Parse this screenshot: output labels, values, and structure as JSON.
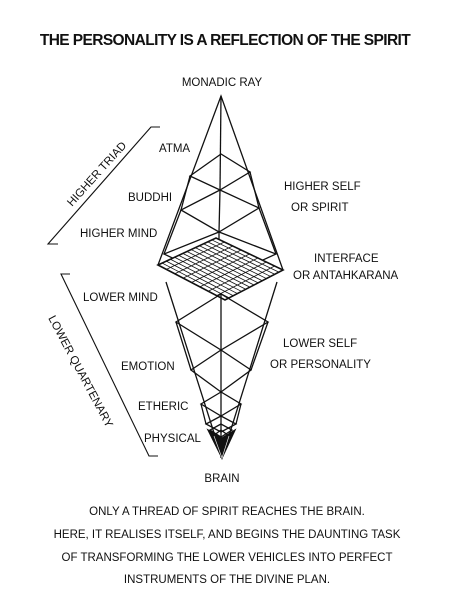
{
  "title": "THE PERSONALITY IS A REFLECTION OF THE SPIRIT",
  "labels": {
    "monadic_ray": "MONADIC RAY",
    "atma": "ATMA",
    "buddhi": "BUDDHI",
    "higher_mind": "HIGHER MIND",
    "lower_mind": "LOWER MIND",
    "emotion": "EMOTION",
    "etheric": "ETHERIC",
    "physical": "PHYSICAL",
    "brain": "BRAIN",
    "higher_self_1": "HIGHER SELF",
    "higher_self_2": "OR SPIRIT",
    "interface_1": "INTERFACE",
    "interface_2": "OR  ANTAHKARANA",
    "lower_self_1": "LOWER SELF",
    "lower_self_2": "OR PERSONALITY"
  },
  "brackets": {
    "higher_triad": "HIGHER TRIAD",
    "lower_quartenary": "LOWER QUARTENARY"
  },
  "caption": [
    "ONLY A THREAD OF SPIRIT REACHES THE BRAIN.",
    "HERE, IT REALISES ITSELF, AND BEGINS THE DAUNTING TASK",
    "OF TRANSFORMING THE LOWER VEHICLES INTO PERFECT",
    "INSTRUMENTS OF THE DIVINE PLAN."
  ]
}
